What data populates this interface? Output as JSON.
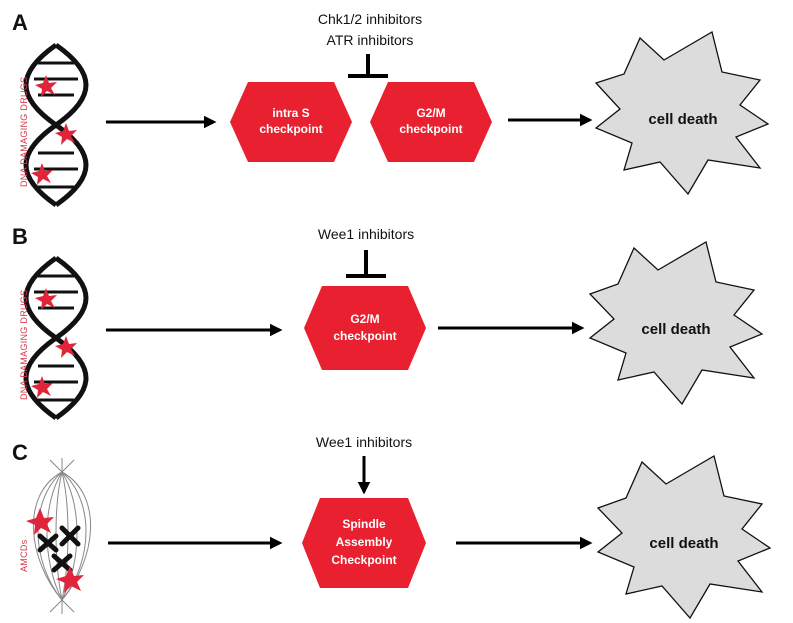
{
  "colors": {
    "checkpoint": "#e8202f",
    "star_fill": "#dcdcdc",
    "dna": "#111111",
    "drug_label": "#d43a4a",
    "lesion": "#e0243a"
  },
  "panels": [
    {
      "letter": "A",
      "drug_label": "DNA DAMAGING DRUGS",
      "inhibitors": [
        "Chk1/2 inhibitors",
        "ATR inhibitors"
      ],
      "inhibitor_effect": "block",
      "checkpoints": [
        [
          "intra S",
          "checkpoint"
        ],
        [
          "G2/M",
          "checkpoint"
        ]
      ],
      "outcome": "cell death"
    },
    {
      "letter": "B",
      "drug_label": "DNA DAMAGING DRUGS",
      "inhibitors": [
        "Wee1 inhibitors"
      ],
      "inhibitor_effect": "block",
      "checkpoints": [
        [
          "G2/M",
          "checkpoint"
        ]
      ],
      "outcome": "cell death"
    },
    {
      "letter": "C",
      "drug_label": "AMCDs",
      "inhibitors": [
        "Wee1 inhibitors"
      ],
      "inhibitor_effect": "activate",
      "checkpoints": [
        [
          "Spindle",
          "Assembly",
          "Checkpoint"
        ]
      ],
      "outcome": "cell death"
    }
  ]
}
